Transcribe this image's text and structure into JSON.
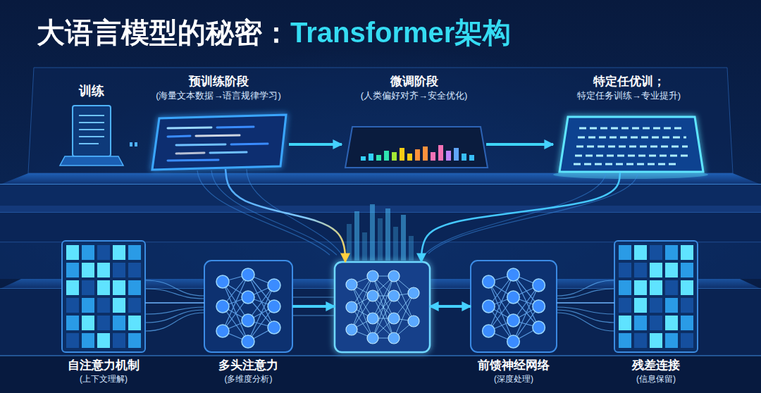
{
  "diagram": {
    "title": "大语言模型的秘密：Transformer架构",
    "nodes": [
      {
        "text": [
          "训练"
        ]
      },
      {
        "text": [
          "预训练阶段",
          "(海量文本数据→语言规律学习)"
        ]
      },
      {
        "text": [
          "微调阶段",
          "(人类偏好对齐→安全优化)"
        ]
      },
      {
        "text": [
          "特定任优训；",
          "特定任务训练→专业提升)"
        ]
      },
      {
        "text": [
          "自注意力机制",
          "(上下文理解)"
        ]
      },
      {
        "text": [
          "多头注意力",
          "(多维度分析)"
        ]
      },
      {
        "text": []
      },
      {
        "text": [
          "前馈神经网络",
          "(深度处理)"
        ]
      },
      {
        "text": [
          "残差连接",
          "(信息保留)"
        ]
      }
    ],
    "edges": [
      {
        "from": 1,
        "to": 2,
        "arrow": "to"
      },
      {
        "from": 2,
        "to": 3,
        "arrow": "to"
      },
      {
        "from": 1,
        "to": 6,
        "arrow": "to"
      },
      {
        "from": 3,
        "to": 6,
        "arrow": "to"
      },
      {
        "from": 4,
        "to": 5,
        "arrow": "none"
      },
      {
        "from": 5,
        "to": 6,
        "arrow": "to"
      },
      {
        "from": 6,
        "to": 7,
        "arrow": "both"
      },
      {
        "from": 7,
        "to": 8,
        "arrow": "none"
      }
    ]
  }
}
